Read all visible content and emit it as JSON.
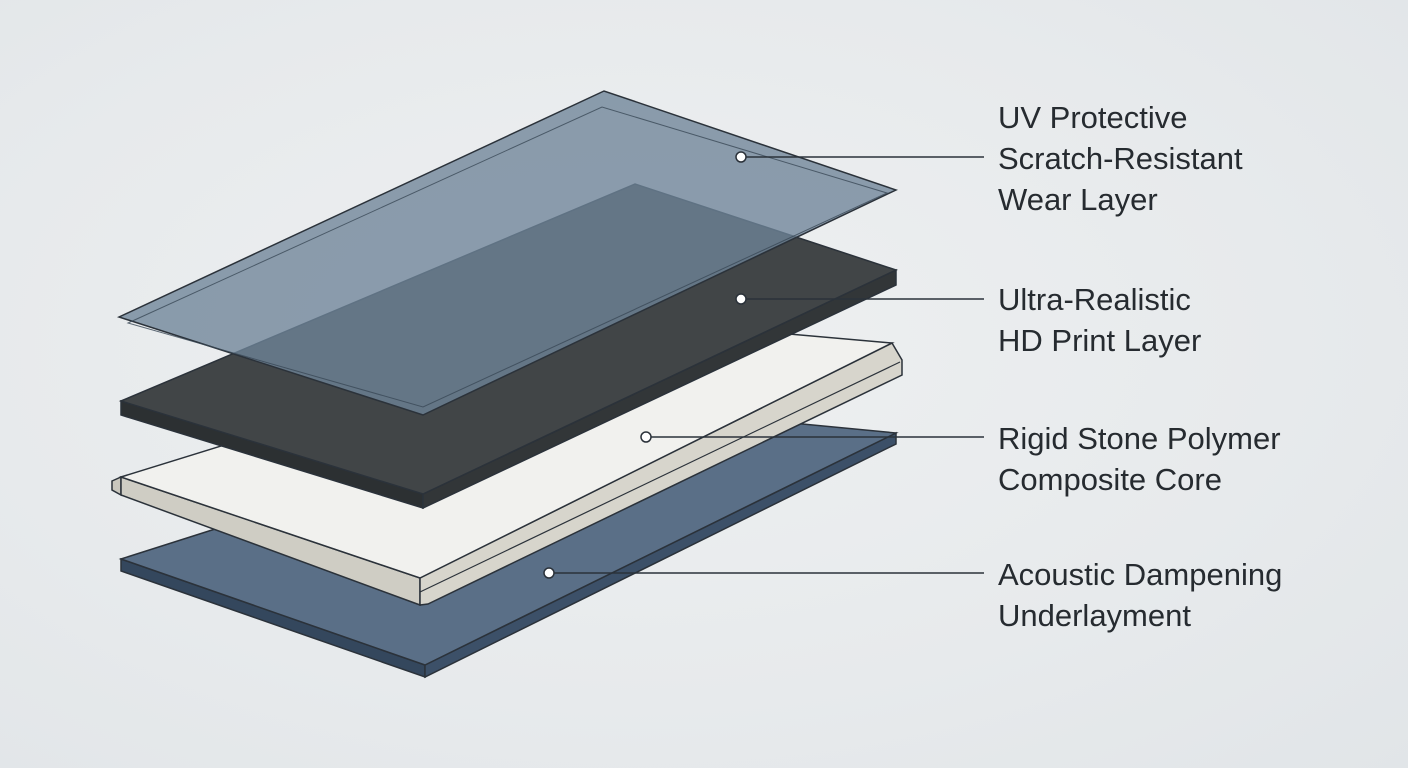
{
  "layers": [
    {
      "id": "wear",
      "lines": [
        "UV Protective",
        "Scratch-Resistant",
        "Wear Layer"
      ]
    },
    {
      "id": "print",
      "lines": [
        "Ultra-Realistic",
        "HD Print Layer"
      ]
    },
    {
      "id": "core",
      "lines": [
        "Rigid Stone Polymer",
        "Composite Core"
      ]
    },
    {
      "id": "under",
      "lines": [
        "Acoustic Dampening",
        "Underlayment"
      ]
    }
  ],
  "colors": {
    "wear_layer": "#6e8499",
    "print_layer_top": "#414547",
    "core_top": "#f1f1ee",
    "underlayment_top": "#5a6f87",
    "outline": "#2b323a",
    "label_text": "#262b30"
  }
}
